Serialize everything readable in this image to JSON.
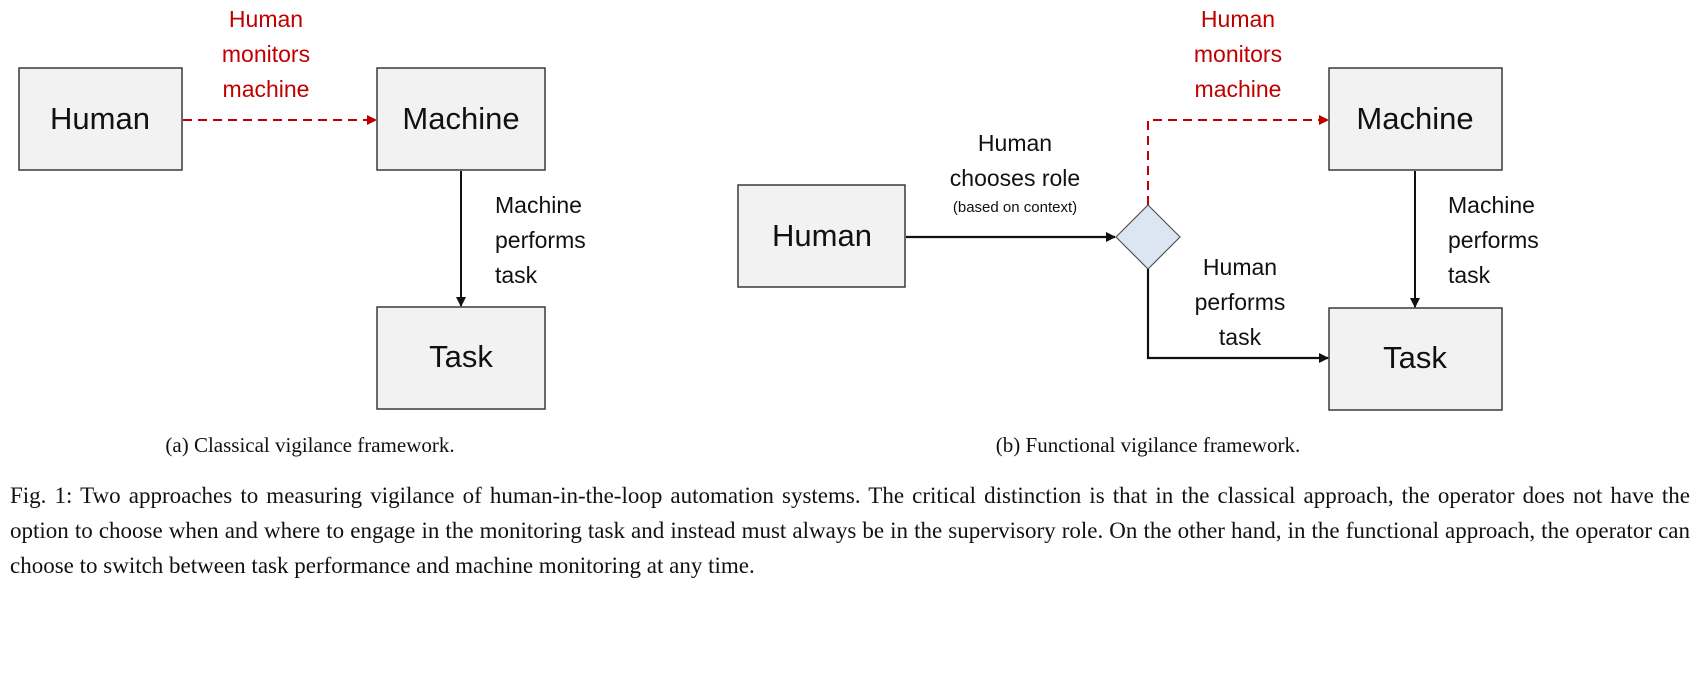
{
  "panel_a": {
    "nodes": {
      "human": "Human",
      "machine": "Machine",
      "task": "Task"
    },
    "edge_monitor": [
      "Human",
      "monitors",
      "machine"
    ],
    "edge_perform": [
      "Machine",
      "performs",
      "task"
    ],
    "subcaption": "(a) Classical vigilance framework."
  },
  "panel_b": {
    "nodes": {
      "human": "Human",
      "machine": "Machine",
      "task": "Task"
    },
    "edge_choose": [
      "Human",
      "chooses role"
    ],
    "edge_choose_note": "(based on context)",
    "edge_monitor": [
      "Human",
      "monitors",
      "machine"
    ],
    "edge_human_perform": [
      "Human",
      "performs",
      "task"
    ],
    "edge_machine_perform": [
      "Machine",
      "performs",
      "task"
    ],
    "subcaption": "(b) Functional vigilance framework."
  },
  "caption": "Fig. 1: Two approaches to measuring vigilance of human-in-the-loop automation systems. The critical distinction is that in the classical approach, the operator does not have the option to choose when and where to engage in the monitoring task and instead must always be in the supervisory role. On the other hand, in the functional approach, the operator can choose to switch between task performance and machine monitoring at any time.",
  "colors": {
    "monitor_edge": "#c00000",
    "box_fill": "#f2f2f2",
    "diamond_fill": "#dce6f2"
  }
}
